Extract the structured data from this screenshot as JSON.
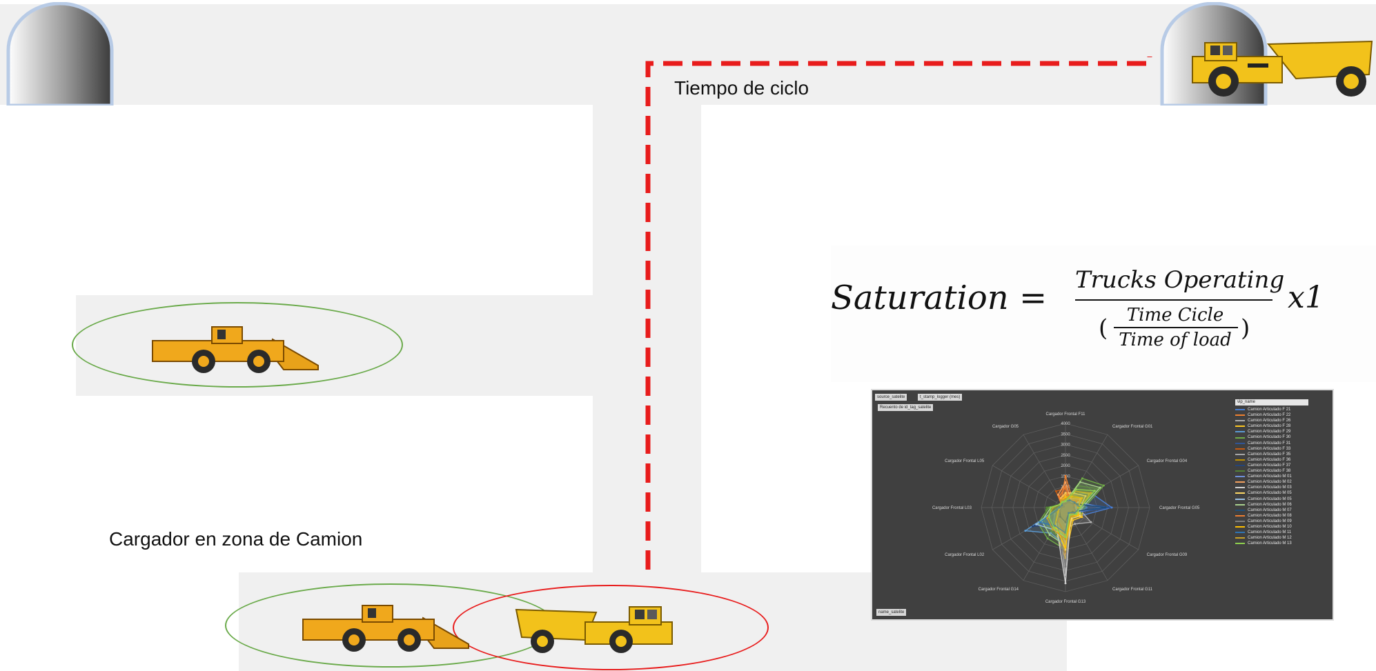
{
  "labels": {
    "cycle_time": "Tiempo de ciclo",
    "loader_zone": "Cargador en zona de Camion"
  },
  "formula": {
    "lhs": "Saturation =",
    "numerator": "Trucks Operating",
    "den_top": "Time Cicle",
    "den_bottom": "Time of load",
    "suffix": "x1"
  },
  "colors": {
    "road": "#f0f0f0",
    "route_dash": "#e81c1c",
    "loader_ring": "#6aaa4a",
    "truck_ring": "#e81c1c",
    "vehicle_yellow": "#f2c21b",
    "panel_bg": "#404040"
  },
  "pivot": {
    "filter_1": "source_satelite",
    "filter_2": "t_stamp_logger (mes)",
    "value_field": "Recuento de id_tag_satelite",
    "row_field": "name_satelite",
    "legend_field": "vip_name"
  },
  "chart_data": {
    "type": "radar",
    "title": "",
    "axis_ticks": [
      500,
      1000,
      1500,
      2000,
      2500,
      3000,
      3500,
      4000
    ],
    "rmax": 4000,
    "categories": [
      "Cargador Frontal F11",
      "Cargador Frontal G01",
      "Cargador Frontal G04",
      "Cargador Frontal G05",
      "Cargador Frontal G09",
      "Cargador Frontal G11",
      "Cargador Frontal G13",
      "Cargador Frontal G14",
      "Cargador Frontal L02",
      "Cargador Frontal L03",
      "Cargador Frontal L05",
      "Cargador G05"
    ],
    "series": [
      {
        "name": "Camion Articulado F 21",
        "color": "#4a7fd4",
        "values": [
          300,
          700,
          1400,
          2200,
          800,
          300,
          400,
          300,
          200,
          100,
          100,
          200
        ]
      },
      {
        "name": "Camion Articulado F 22",
        "color": "#f08030",
        "values": [
          1500,
          600,
          900,
          400,
          700,
          500,
          2200,
          900,
          400,
          200,
          300,
          400
        ]
      },
      {
        "name": "Camion Articulado F 26",
        "color": "#b0b0b0",
        "values": [
          200,
          400,
          800,
          600,
          1400,
          900,
          1000,
          1200,
          600,
          200,
          100,
          200
        ]
      },
      {
        "name": "Camion Articulado F 28",
        "color": "#ffc820",
        "values": [
          600,
          900,
          1300,
          800,
          900,
          700,
          2400,
          1100,
          300,
          300,
          200,
          500
        ]
      },
      {
        "name": "Camion Articulado F 29",
        "color": "#5b9bd5",
        "values": [
          400,
          500,
          700,
          1000,
          600,
          400,
          1800,
          1400,
          2200,
          300,
          200,
          300
        ]
      },
      {
        "name": "Camion Articulado F 30",
        "color": "#70ad47",
        "values": [
          300,
          1600,
          2100,
          900,
          800,
          600,
          2000,
          1700,
          1500,
          800,
          300,
          300
        ]
      },
      {
        "name": "Camion Articulado F 31",
        "color": "#2f5597",
        "values": [
          200,
          300,
          500,
          2100,
          500,
          300,
          900,
          600,
          300,
          200,
          100,
          200
        ]
      },
      {
        "name": "Camion Articulado F 33",
        "color": "#c55a11",
        "values": [
          900,
          500,
          700,
          500,
          600,
          400,
          1500,
          800,
          400,
          300,
          200,
          900
        ]
      },
      {
        "name": "Camion Articulado F 35",
        "color": "#a5a5a5",
        "values": [
          300,
          300,
          400,
          400,
          500,
          300,
          3200,
          700,
          300,
          200,
          100,
          300
        ]
      },
      {
        "name": "Camion Articulado F 36",
        "color": "#bf9000",
        "values": [
          500,
          700,
          900,
          700,
          800,
          500,
          2100,
          1000,
          500,
          300,
          200,
          400
        ]
      },
      {
        "name": "Camion Articulado F 37",
        "color": "#264478",
        "values": [
          200,
          400,
          600,
          500,
          500,
          300,
          1100,
          900,
          1800,
          200,
          100,
          200
        ]
      },
      {
        "name": "Camion Articulado F 38",
        "color": "#548235",
        "values": [
          400,
          1200,
          1800,
          800,
          700,
          500,
          1600,
          1300,
          1200,
          900,
          300,
          400
        ]
      },
      {
        "name": "Camion Articulado M 01",
        "color": "#6f8fd8",
        "values": [
          300,
          400,
          600,
          1700,
          500,
          400,
          800,
          500,
          300,
          200,
          100,
          200
        ]
      },
      {
        "name": "Camion Articulado M 02",
        "color": "#f4a15e",
        "values": [
          1200,
          500,
          800,
          500,
          600,
          400,
          1700,
          800,
          400,
          300,
          200,
          700
        ]
      },
      {
        "name": "Camion Articulado M 03",
        "color": "#d0d0d0",
        "values": [
          200,
          300,
          500,
          500,
          700,
          500,
          3600,
          900,
          400,
          200,
          100,
          200
        ]
      },
      {
        "name": "Camion Articulado M 05",
        "color": "#ffd966",
        "values": [
          700,
          800,
          1100,
          700,
          800,
          600,
          2000,
          1000,
          400,
          300,
          200,
          500
        ]
      },
      {
        "name": "Camion Articulado M 05",
        "color": "#9dc3e6",
        "values": [
          300,
          400,
          600,
          800,
          600,
          400,
          1400,
          1200,
          1600,
          300,
          200,
          300
        ]
      },
      {
        "name": "Camion Articulado M 06",
        "color": "#a9d18e",
        "values": [
          300,
          1400,
          1900,
          800,
          700,
          500,
          1800,
          1500,
          1300,
          700,
          300,
          300
        ]
      },
      {
        "name": "Camion Articulado M 07",
        "color": "#1f4e79",
        "values": [
          200,
          300,
          400,
          1900,
          400,
          300,
          700,
          500,
          300,
          200,
          100,
          200
        ]
      },
      {
        "name": "Camion Articulado M 08",
        "color": "#ed7d31",
        "values": [
          1000,
          400,
          600,
          400,
          500,
          400,
          1300,
          700,
          300,
          200,
          200,
          600
        ]
      },
      {
        "name": "Camion Articulado M 09",
        "color": "#7f7f7f",
        "values": [
          200,
          300,
          400,
          400,
          600,
          400,
          2800,
          800,
          300,
          200,
          100,
          200
        ]
      },
      {
        "name": "Camion Articulado M 10",
        "color": "#ffc000",
        "values": [
          500,
          600,
          900,
          600,
          700,
          500,
          1900,
          1000,
          400,
          300,
          200,
          400
        ]
      },
      {
        "name": "Camion Articulado M 11",
        "color": "#2e75b6",
        "values": [
          300,
          400,
          500,
          700,
          500,
          300,
          1200,
          1000,
          1400,
          300,
          200,
          300
        ]
      },
      {
        "name": "Camion Articulado M 12",
        "color": "#c9a227",
        "values": [
          400,
          900,
          1400,
          700,
          600,
          500,
          1500,
          1200,
          1000,
          600,
          300,
          400
        ]
      },
      {
        "name": "Camion Articulado M 13",
        "color": "#8fd14f",
        "values": [
          300,
          1000,
          1600,
          700,
          600,
          400,
          1400,
          1100,
          900,
          700,
          300,
          300
        ]
      }
    ]
  }
}
